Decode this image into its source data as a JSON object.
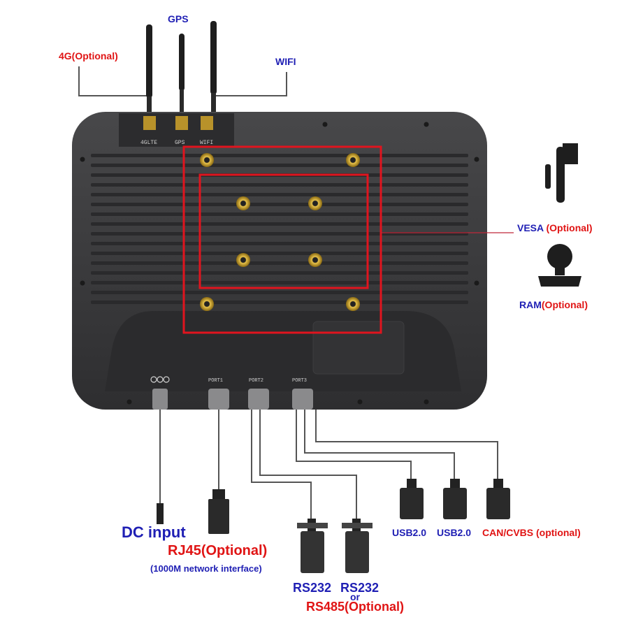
{
  "colors": {
    "blue_label": "#1f1fb4",
    "red_label": "#e01414",
    "device_body": "#3a3a3c",
    "highlight_box": "#e0141e",
    "connector_gold": "#c9a227"
  },
  "antennas": {
    "gps": "GPS",
    "lte": "4G(Optional)",
    "wifi": "WIFI"
  },
  "antenna_port_markings": [
    "4GLTE",
    "GPS",
    "WIFI"
  ],
  "bottom_port_markings": [
    "PORT1",
    "PORT2",
    "PORT3"
  ],
  "mounts": {
    "vesa_name": "VESA",
    "vesa_note": "(Optional)",
    "ram_name": "RAM",
    "ram_note": "(Optional)"
  },
  "cables": {
    "dc": "DC input",
    "rj45": "RJ45(Optional)",
    "rj45_note": "(1000M network interface)",
    "rs232_a": "RS232",
    "rs232_b": "RS232",
    "or": "or",
    "rs485": "RS485(Optional)",
    "usb_a": "USB2.0",
    "usb_b": "USB2.0",
    "can": "CAN/CVBS (optional)"
  }
}
